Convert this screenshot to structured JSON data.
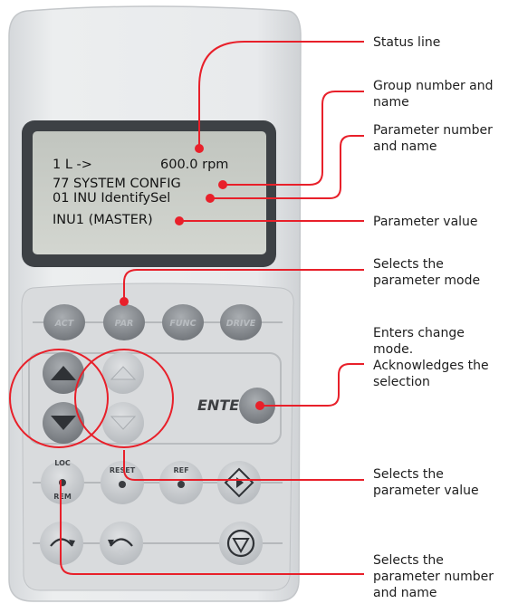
{
  "lcd": {
    "line1_left": "1 L ->",
    "line1_right": "600.0 rpm",
    "line2": "77 SYSTEM CONFIG",
    "line3": "01 INU IdentifySel",
    "line4": "INU1 (MASTER)"
  },
  "keys": {
    "act": "ACT",
    "par": "PAR",
    "func": "FUNC",
    "drive": "DRIVE",
    "enter": "ENTER",
    "loc": "LOC",
    "rem": "REM",
    "reset": "RESET",
    "ref": "REF"
  },
  "callouts": {
    "status_line": "Status line",
    "group": "Group number and\nname",
    "parameter": "Parameter number\nand name",
    "value": "Parameter value",
    "par_mode": "Selects the\nparameter mode",
    "enter": "Enters change\nmode.\nAcknowledges the\nselection",
    "select_value": "Selects the\nparameter value",
    "select_param": "Selects the\nparameter number\nand name"
  },
  "colors": {
    "callout_line": "#e8202a",
    "keypad_body": "#e4e6e8",
    "lcd_screen": "#c8ccc6",
    "button_gray": "#8a8e93"
  }
}
